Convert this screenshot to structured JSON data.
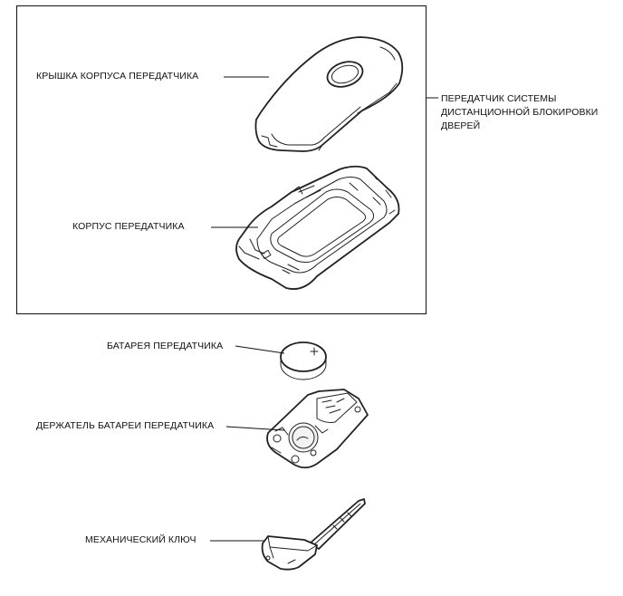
{
  "labels": {
    "cover": "КРЫШКА КОРПУСА ПЕРЕДАТЧИКА",
    "case": "КОРПУС ПЕРЕДАТЧИКА",
    "assembly_line1": "ПЕРЕДАТЧИК СИСТЕМЫ",
    "assembly_line2": "ДИСТАНЦИОННОЙ БЛОКИРОВКИ",
    "assembly_line3": "ДВЕРЕЙ",
    "battery": "БАТАРЕЯ ПЕРЕДАТЧИКА",
    "battery_holder": "ДЕРЖАТЕЛЬ БАТАРЕИ ПЕРЕДАТЧИКА",
    "key": "МЕХАНИЧЕСКИЙ КЛЮЧ"
  }
}
